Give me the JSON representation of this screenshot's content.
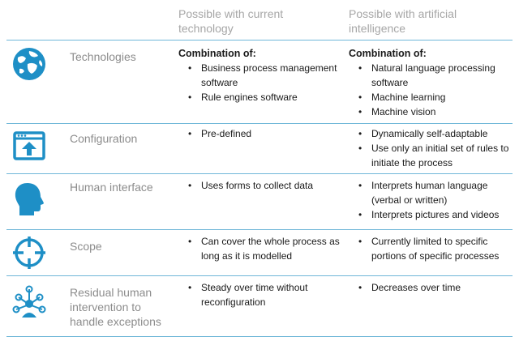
{
  "header": {
    "current_tech": "Possible with current technology",
    "ai": "Possible with artificial intelligence"
  },
  "rows": [
    {
      "label": "Technologies",
      "icon": "globe-icon",
      "current": {
        "title": "Combination of:",
        "items": [
          "Business process management software",
          "Rule engines software"
        ]
      },
      "ai": {
        "title": "Combination of:",
        "items": [
          "Natural language processing software",
          "Machine learning",
          "Machine vision"
        ]
      }
    },
    {
      "label": "Configuration",
      "icon": "upload-window-icon",
      "current": {
        "items": [
          "Pre-defined"
        ]
      },
      "ai": {
        "items": [
          "Dynamically self-adaptable",
          "Use only an initial set of rules to initiate the process"
        ]
      }
    },
    {
      "label": "Human interface",
      "icon": "human-head-icon",
      "current": {
        "items": [
          "Uses forms to collect data"
        ]
      },
      "ai": {
        "items": [
          "Interprets human language (verbal or written)",
          "Interprets pictures and videos"
        ]
      }
    },
    {
      "label": "Scope",
      "icon": "crosshair-icon",
      "current": {
        "items": [
          "Can cover the whole process as long as it is modelled"
        ]
      },
      "ai": {
        "items": [
          "Currently limited to specific portions of specific processes"
        ]
      }
    },
    {
      "label": "Residual human intervention to handle exceptions",
      "icon": "network-people-icon",
      "current": {
        "items": [
          "Steady over time without reconfiguration"
        ]
      },
      "ai": {
        "items": [
          "Decreases over time"
        ]
      }
    }
  ],
  "colors": {
    "accent": "#1e8fc6",
    "divider": "#6fb7d8",
    "label": "#8c8c8c",
    "header": "#a6a6a6"
  }
}
